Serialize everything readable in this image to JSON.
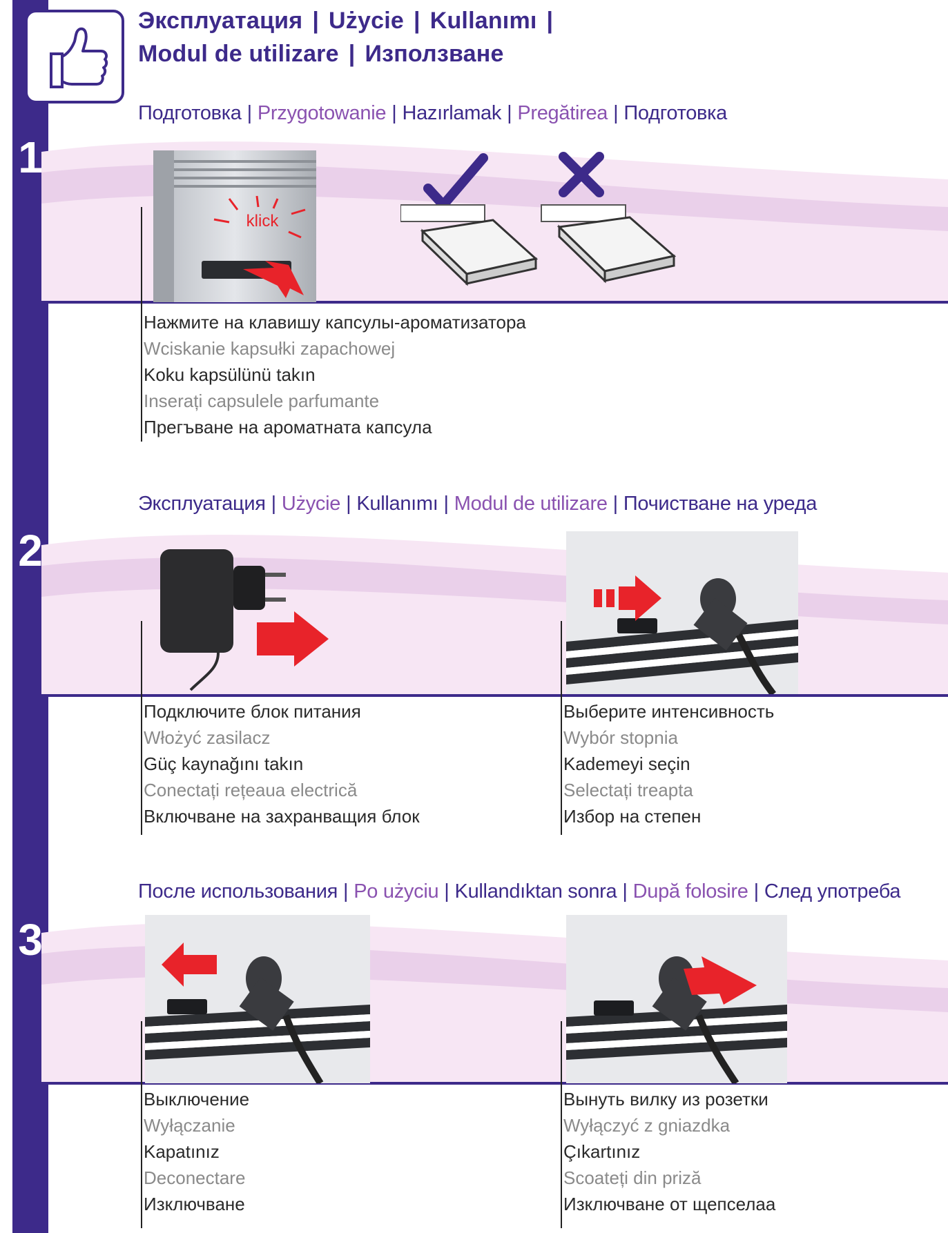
{
  "header": {
    "titles": [
      "Эксплуатация",
      "Użycie",
      "Kullanımı",
      "Modul de utilizare",
      "Използване"
    ],
    "separator": "|"
  },
  "steps": [
    {
      "number": "1",
      "headings": [
        "Подготовка",
        "Przygotowanie",
        "Hazırlamak",
        "Pregătirea",
        "Подготовка"
      ],
      "click_label": "klick",
      "captions": [
        [
          "Нажмите на клавишу капсулы-ароматизатора",
          "Wciskanie kapsułki zapachowej",
          "Koku kapsülünü takın",
          "Inserați capsulele parfumante",
          "Прегъване на ароматната капсула"
        ]
      ]
    },
    {
      "number": "2",
      "headings": [
        "Эксплуатация",
        "Użycie",
        "Kullanımı",
        "Modul de utilizare",
        "Почистване на уреда"
      ],
      "captions": [
        [
          "Подключите блок питания",
          "Włożyć zasilacz",
          "Güç kaynağını takın",
          "Conectați rețeaua electrică",
          "Включване на захранващия блок"
        ],
        [
          "Выберите интенсивность",
          "Wybór stopnia",
          "Kademeyi seçin",
          "Selectați treapta",
          "Избор на степен"
        ]
      ]
    },
    {
      "number": "3",
      "headings": [
        "После использования",
        "Po użyciu",
        "Kullandıktan sonra",
        "După folosire",
        "След употреба"
      ],
      "captions": [
        [
          "Выключение",
          "Wyłączanie",
          "Kapatınız",
          "Deconectare",
          "Изключване"
        ],
        [
          "Вынуть вилку из розетки",
          "Wyłączyć z gniazdka",
          "Çıkartınız",
          "Scoateți din priză",
          "Изключване от щепселаа"
        ]
      ]
    }
  ],
  "colors": {
    "brand_purple": "#3d2a8a",
    "light_purple_text": "#8a52b0",
    "band_pink": "#f3d9ef",
    "arrow_red": "#e8232a"
  }
}
